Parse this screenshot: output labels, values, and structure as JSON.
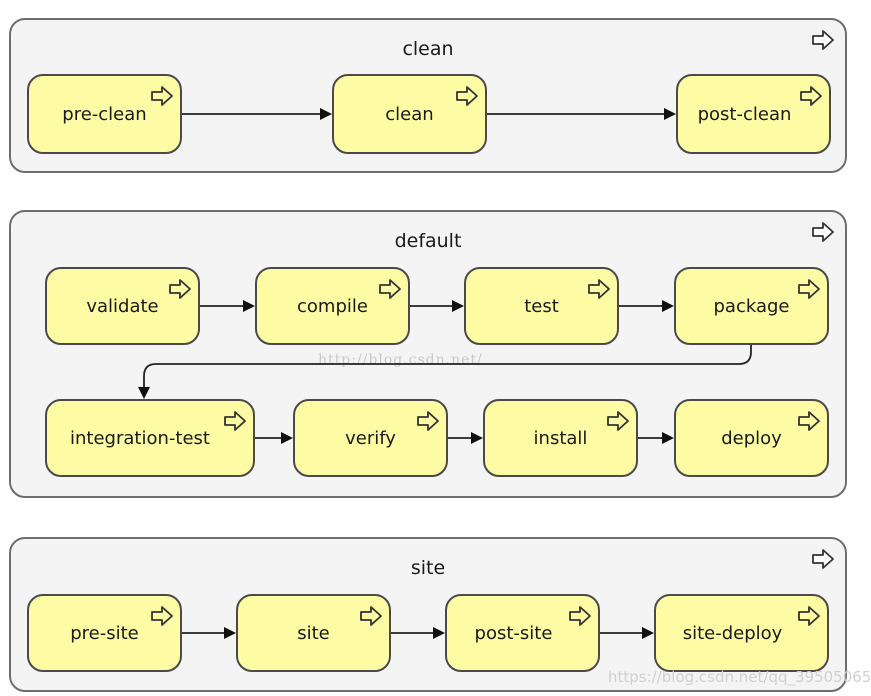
{
  "lifecycles": [
    {
      "id": "clean",
      "title": "clean",
      "phases": [
        "pre-clean",
        "clean",
        "post-clean"
      ]
    },
    {
      "id": "default",
      "title": "default",
      "phases": [
        "validate",
        "compile",
        "test",
        "package",
        "integration-test",
        "verify",
        "install",
        "deploy"
      ]
    },
    {
      "id": "site",
      "title": "site",
      "phases": [
        "pre-site",
        "site",
        "post-site",
        "site-deploy"
      ]
    }
  ],
  "icons": {
    "phase": "hollow-arrow-right-icon",
    "lifecycle": "hollow-arrow-right-icon"
  },
  "colors": {
    "phase_fill": "#fdfba4",
    "lifecycle_fill": "#f4f4f4",
    "stroke": "#4a4a4a"
  },
  "watermarks": {
    "center": "http://blog.csdn.net/",
    "bottom": "https://blog.csdn.net/qq_39505065"
  }
}
